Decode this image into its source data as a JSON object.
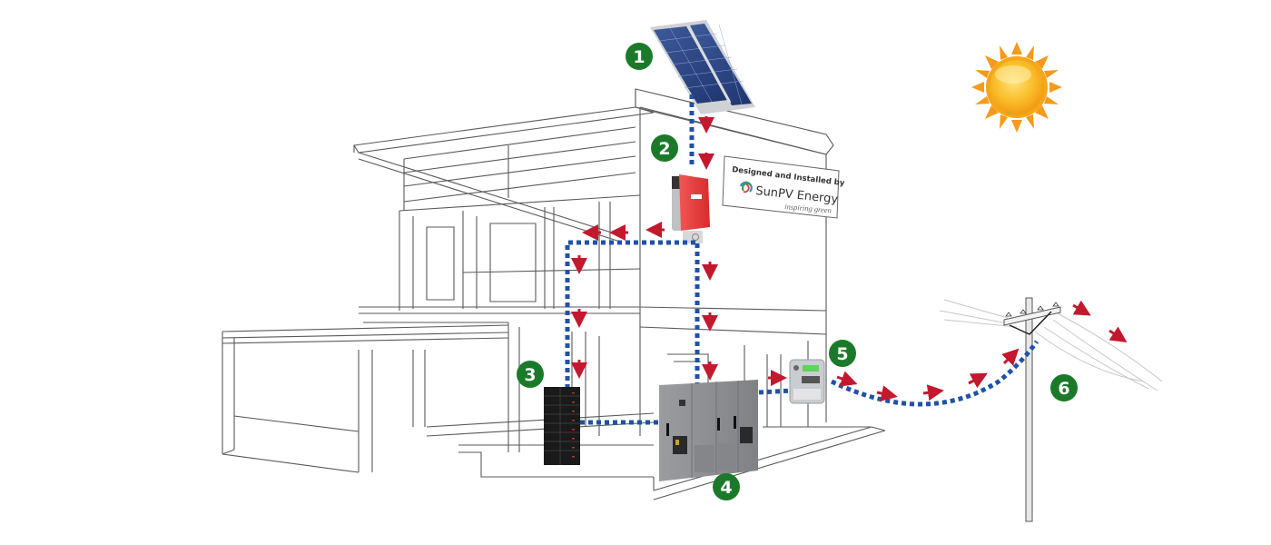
{
  "diagram": {
    "title": "Grid-tied solar PV system with battery storage",
    "colors": {
      "badge": "#1b7a2a",
      "cable": "#1f52a8",
      "flow_arrow": "#c4182e",
      "inverter": "#e23c3c",
      "battery": "#1a1a1a",
      "cabinet": "#8e9094",
      "sun_core": "#f7b21c",
      "sun_rays": "#f59a1b",
      "panel": "#2f4a86",
      "line_art": "#555555"
    },
    "sign": {
      "line1": "Designed and Installed by",
      "brand": "SunPV Energy",
      "tagline": "inspiring green"
    },
    "components": [
      {
        "number": "1",
        "name": "Solar panels",
        "icon": "solar-panel-icon"
      },
      {
        "number": "2",
        "name": "Inverter",
        "icon": "inverter-icon"
      },
      {
        "number": "3",
        "name": "Battery bank",
        "icon": "battery-stack-icon"
      },
      {
        "number": "4",
        "name": "Distribution cabinet",
        "icon": "switchgear-cabinet-icon"
      },
      {
        "number": "5",
        "name": "Energy meter",
        "icon": "energy-meter-icon"
      },
      {
        "number": "6",
        "name": "Utility grid",
        "icon": "utility-pole-icon"
      }
    ],
    "decor": {
      "sun_icon": "sun-icon",
      "house_icon": "house-sketch-icon"
    }
  }
}
